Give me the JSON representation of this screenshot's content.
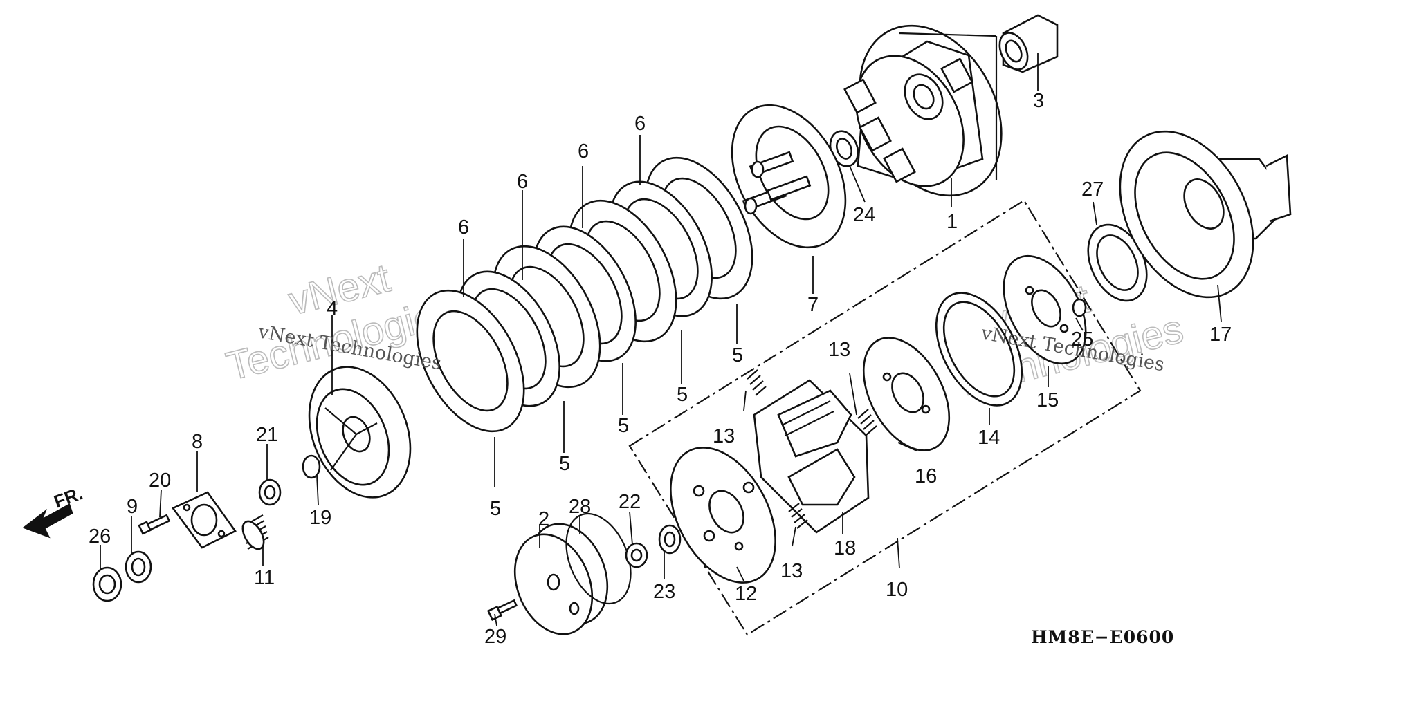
{
  "diagram_code": "HM8E−E0600",
  "direction_label": "FR.",
  "watermark": {
    "small_text": "vNext Technologies",
    "large_line1": "vNext",
    "large_line2": "Technologies"
  },
  "callouts": [
    "1",
    "2",
    "3",
    "4",
    "5",
    "6",
    "7",
    "8",
    "9",
    "10",
    "11",
    "12",
    "13",
    "14",
    "15",
    "16",
    "17",
    "18",
    "19",
    "20",
    "21",
    "22",
    "23",
    "24",
    "25",
    "26",
    "27",
    "28",
    "29"
  ]
}
